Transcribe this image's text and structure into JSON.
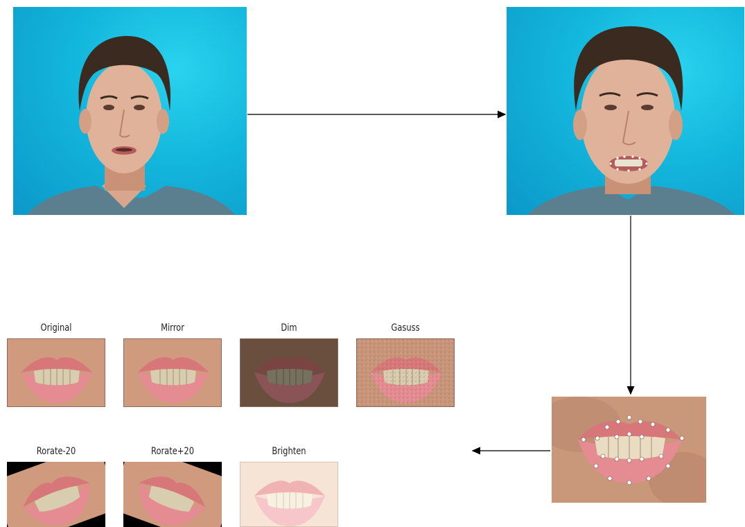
{
  "colors": {
    "background_cyan": "#13b6dc",
    "arrow": "#000000",
    "skin": "#d9a98a",
    "lips": "#d9706f"
  },
  "nodes": {
    "input_frame": {
      "icon": "face-video-frame"
    },
    "processed_frame": {
      "icon": "face-landmark-frame"
    },
    "lip_crop": {
      "icon": "lip-landmark-crop"
    }
  },
  "augmentations": [
    {
      "label": "Original",
      "filter": "none"
    },
    {
      "label": "Mirror",
      "filter": "mirror"
    },
    {
      "label": "Dim",
      "filter": "dim"
    },
    {
      "label": "Gasuss",
      "filter": "noise"
    },
    {
      "label": "Rorate-20",
      "filter": "rotate-negative"
    },
    {
      "label": "Rorate+20",
      "filter": "rotate-positive"
    },
    {
      "label": "Brighten",
      "filter": "bright"
    }
  ]
}
